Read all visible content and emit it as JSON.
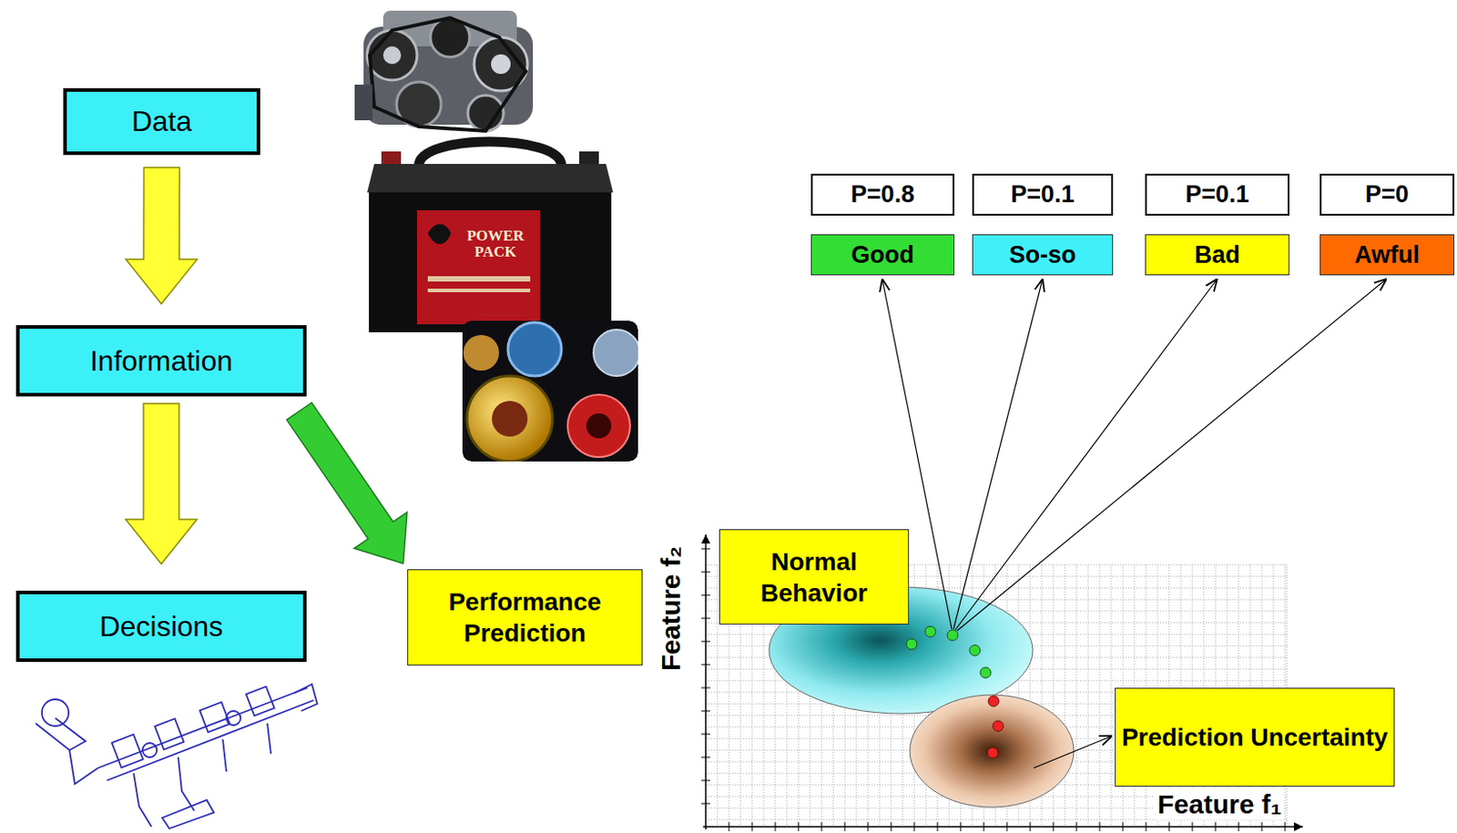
{
  "diagram": {
    "nodes": [
      {
        "text": [
          "Data"
        ]
      },
      {
        "text": [
          "Information"
        ]
      },
      {
        "text": [
          "Decisions"
        ]
      },
      {
        "text": [
          "Performance Prediction"
        ]
      },
      {
        "text": [
          "P=0.8"
        ]
      },
      {
        "text": [
          "P=0.1"
        ]
      },
      {
        "text": [
          "P=0.1"
        ]
      },
      {
        "text": [
          "P=0"
        ]
      },
      {
        "text": [
          "Good"
        ]
      },
      {
        "text": [
          "So-so"
        ]
      },
      {
        "text": [
          "Bad"
        ]
      },
      {
        "text": [
          "Awful"
        ]
      },
      {
        "text": [
          "Normal Behavior"
        ]
      },
      {
        "text": [
          "Prediction Uncertainty"
        ]
      }
    ],
    "edges": [
      {
        "from": 0,
        "to": 1,
        "arrow": "to"
      },
      {
        "from": 1,
        "to": 2,
        "arrow": "to"
      },
      {
        "from": 1,
        "to": 3,
        "arrow": "to"
      }
    ],
    "labels": [
      "POWER PACK",
      "Feature f₂",
      "Feature f₁"
    ]
  }
}
